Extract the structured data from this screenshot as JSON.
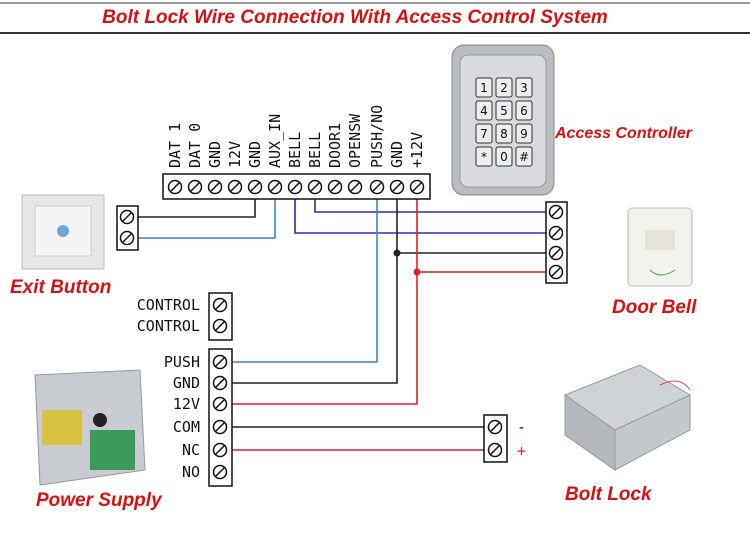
{
  "title": "Bolt Lock Wire Connection With Access Control System",
  "devices": {
    "access_controller": "Access Controller",
    "exit_button": "Exit Button",
    "door_bell": "Door Bell",
    "power_supply": "Power Supply",
    "bolt_lock": "Bolt Lock"
  },
  "controller_terminals": [
    "DAT 1",
    "DAT 0",
    "GND",
    "12V",
    "GND",
    "AUX_IN",
    "BELL",
    "BELL",
    "DOOR1",
    "OPENSW",
    "PUSH/NO",
    "GND",
    "+12V"
  ],
  "control_terminals": [
    "CONTROL",
    "CONTROL"
  ],
  "power_terminals": [
    "PUSH",
    "GND",
    "12V",
    "COM",
    "NC",
    "NO"
  ],
  "bolt_polarity": {
    "minus": "-",
    "plus": "+"
  },
  "keypad_keys": [
    "1",
    "2",
    "3",
    "4",
    "5",
    "6",
    "7",
    "8",
    "9",
    "*",
    "0",
    "#"
  ],
  "colors": {
    "title": "#d81010",
    "red_wire": "#e02020",
    "black_wire": "#222222",
    "blue_wire": "#2a2ac0",
    "light_blue_wire": "#3a86c8"
  }
}
